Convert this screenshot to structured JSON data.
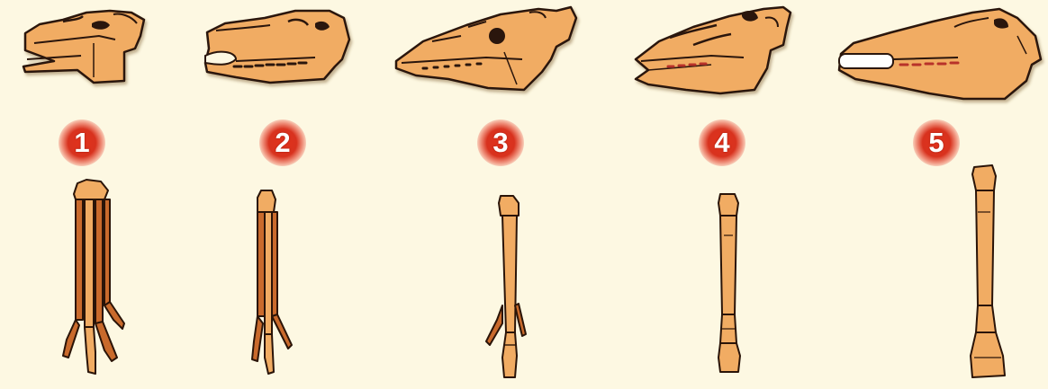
{
  "stages": [
    {
      "number": "1",
      "skull_icon": "skull-stage-1-icon",
      "foot_icon": "foot-four-toes-icon"
    },
    {
      "number": "2",
      "skull_icon": "skull-stage-2-icon",
      "foot_icon": "foot-three-toes-icon"
    },
    {
      "number": "3",
      "skull_icon": "skull-stage-3-icon",
      "foot_icon": "foot-three-toes-reduced-icon"
    },
    {
      "number": "4",
      "skull_icon": "skull-stage-4-icon",
      "foot_icon": "foot-single-toe-icon"
    },
    {
      "number": "5",
      "skull_icon": "skull-stage-5-icon",
      "foot_icon": "foot-single-hoof-icon"
    }
  ],
  "colors": {
    "background": "#fdf8e2",
    "bone": "#f1ac63",
    "bone_dark": "#c96a2c",
    "outline": "#2a1408",
    "label_red": "#e2321c",
    "label_text": "#ffffff"
  }
}
